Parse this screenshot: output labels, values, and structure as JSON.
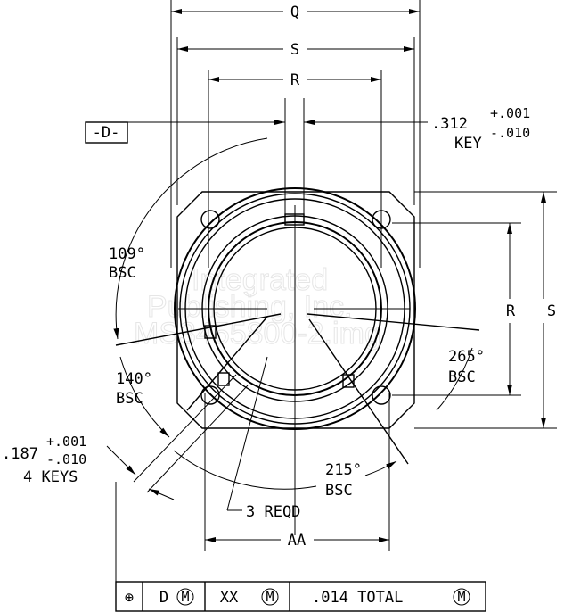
{
  "dimensions": {
    "q": "Q",
    "s": "S",
    "r": "R",
    "aa": "AA",
    "s_side": "S",
    "r_side": "R"
  },
  "datum": "-D-",
  "key": {
    "nominal": ".312",
    "plus": "+.001",
    "minus": "-.010",
    "label": "KEY"
  },
  "keys4": {
    "nominal": ".187",
    "plus": "+.001",
    "minus": "-.010",
    "label": "4 KEYS"
  },
  "angles": [
    {
      "value": "109°",
      "label": "BSC"
    },
    {
      "value": "140°",
      "label": "BSC"
    },
    {
      "value": "265°",
      "label": "BSC"
    },
    {
      "value": "215°",
      "label": "BSC"
    }
  ],
  "reqd": "3 REQD",
  "control_frame": {
    "symbol": "⊕",
    "datum": "D",
    "datum_modifier": "M",
    "ref": "XX",
    "ref_modifier": "M",
    "tolerance": ".014 TOTAL",
    "tol_modifier": "M"
  },
  "watermark": [
    "Integrated",
    "Publishing, Inc.",
    "MS3455800-2.img"
  ]
}
